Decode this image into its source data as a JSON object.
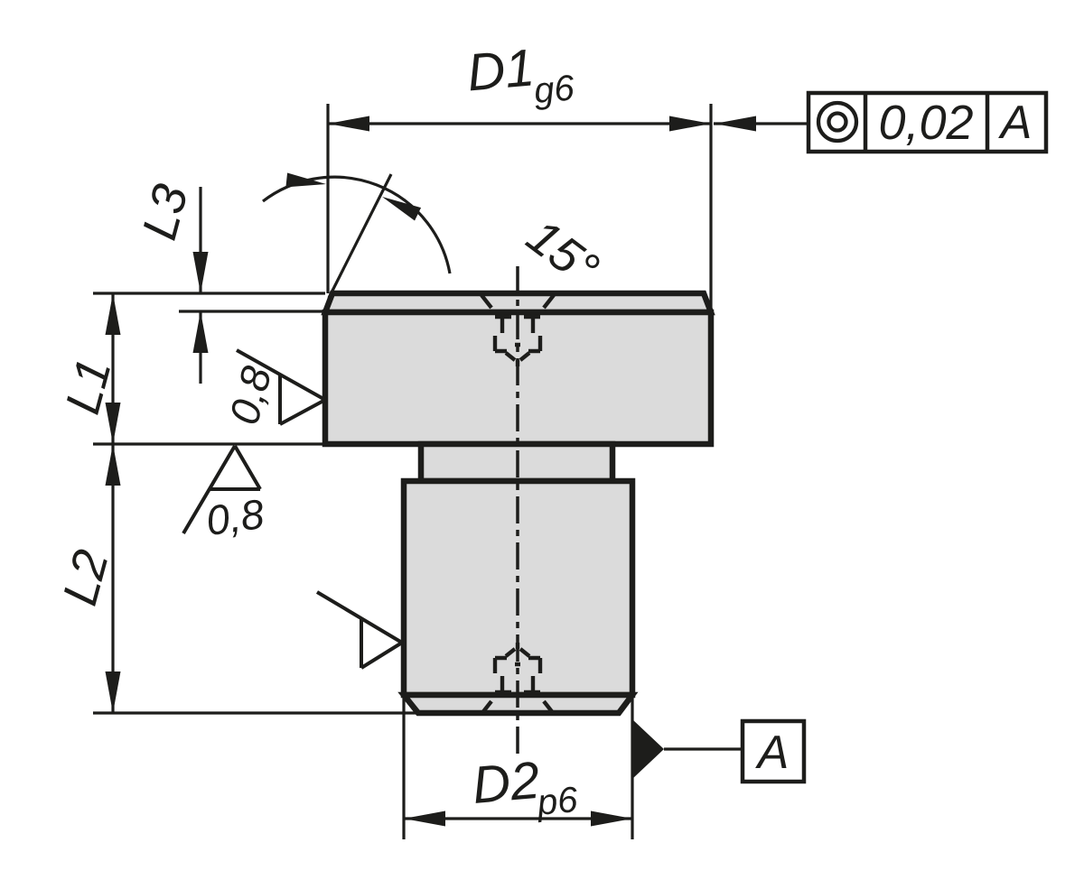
{
  "drawing": {
    "labels": {
      "d1": "D1",
      "d1_fit": "g6",
      "d2": "D2",
      "d2_fit": "p6",
      "l1": "L1",
      "l2": "L2",
      "l3": "L3",
      "angle": "15°",
      "roughness_head_side": "0,8",
      "roughness_head_bottom": "0,8"
    },
    "feature_control_frame": {
      "symbol": "concentricity",
      "value": "0,02",
      "datum": "A"
    },
    "datum_label": "A",
    "colors": {
      "line": "#1d1d1b",
      "part_fill": "#dbdbdb",
      "background": "#ffffff"
    }
  }
}
